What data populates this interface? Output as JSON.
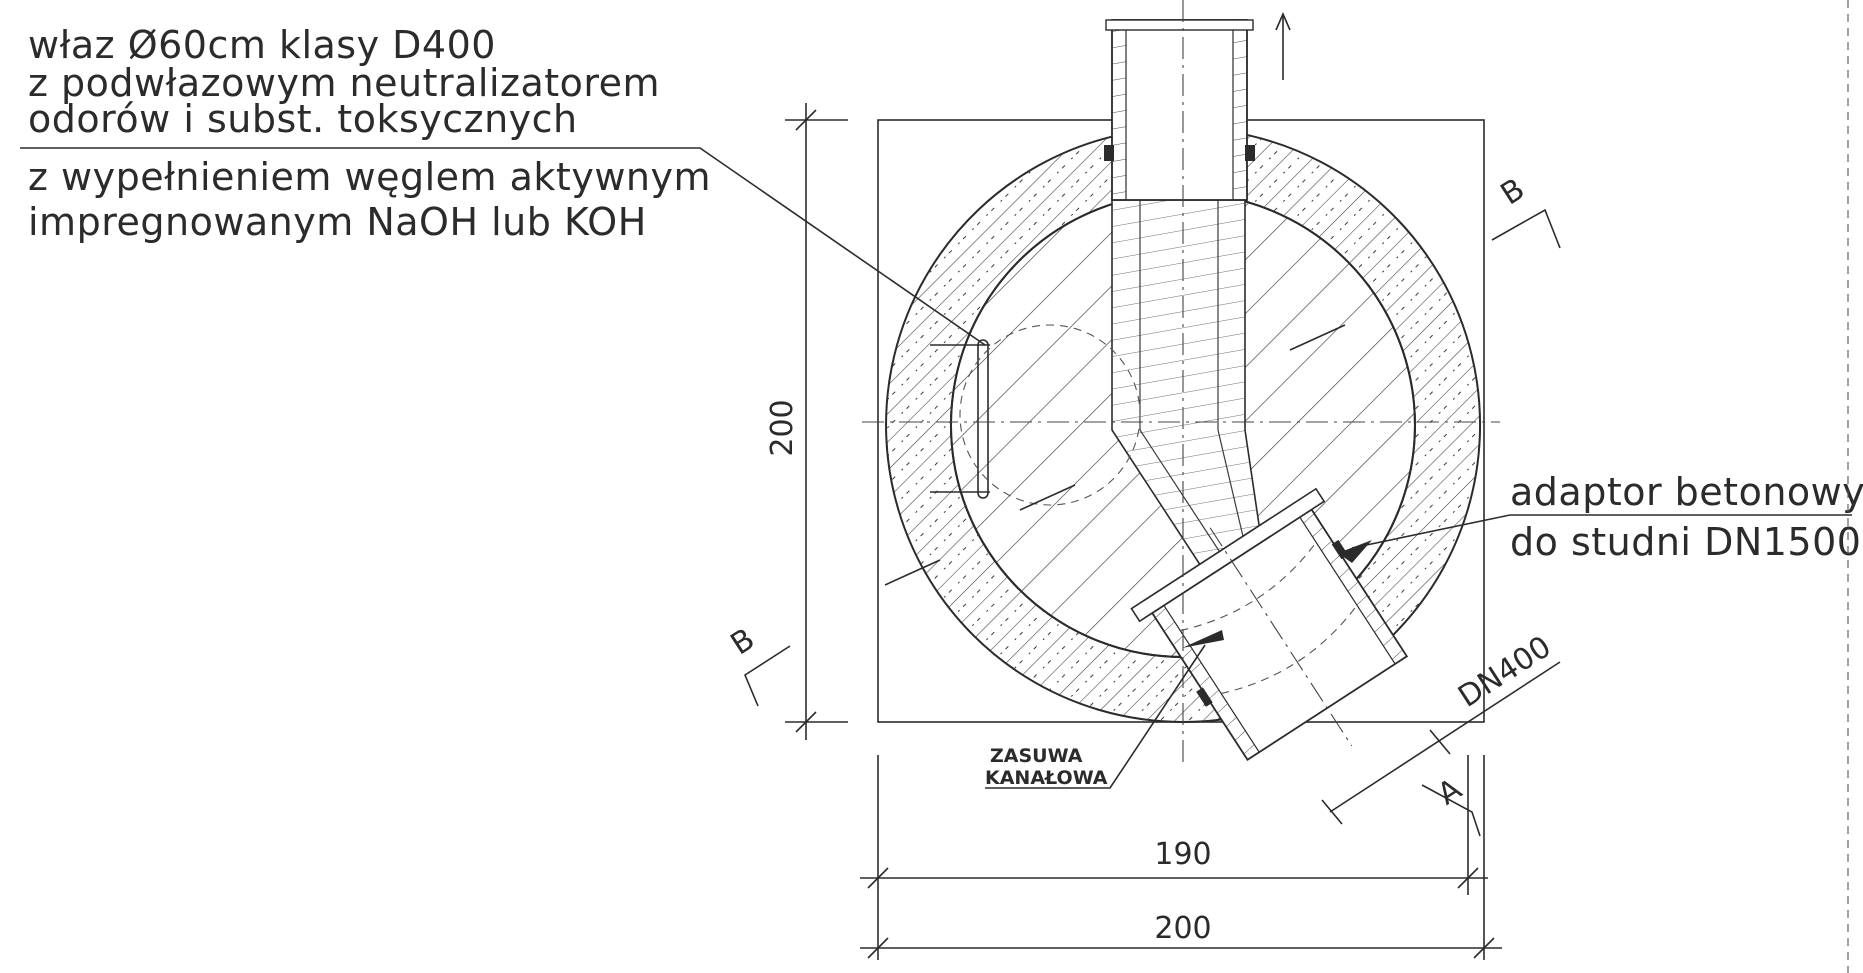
{
  "labels": {
    "manhole_line1": "właz Ø60cm klasy D400",
    "manhole_line2": "z podwłazowym neutralizatorem",
    "manhole_line3": "odorów i subst. toksycznych",
    "filling_line1": "z wypełnieniem węglem aktywnym",
    "filling_line2": "impregnowanym NaOH lub KOH",
    "adapter_line1": "adaptor betonowy",
    "adapter_line2": "do studni DN1500",
    "valve_line1": "ZASUWA",
    "valve_line2": "KANAŁOWA",
    "pipe_dn": "DN400"
  },
  "dimensions": {
    "height": "200",
    "inner_width": "190",
    "outer_width": "200"
  },
  "sections": {
    "section_b_top": "B",
    "section_b_bottom": "B",
    "section_a": "A"
  }
}
